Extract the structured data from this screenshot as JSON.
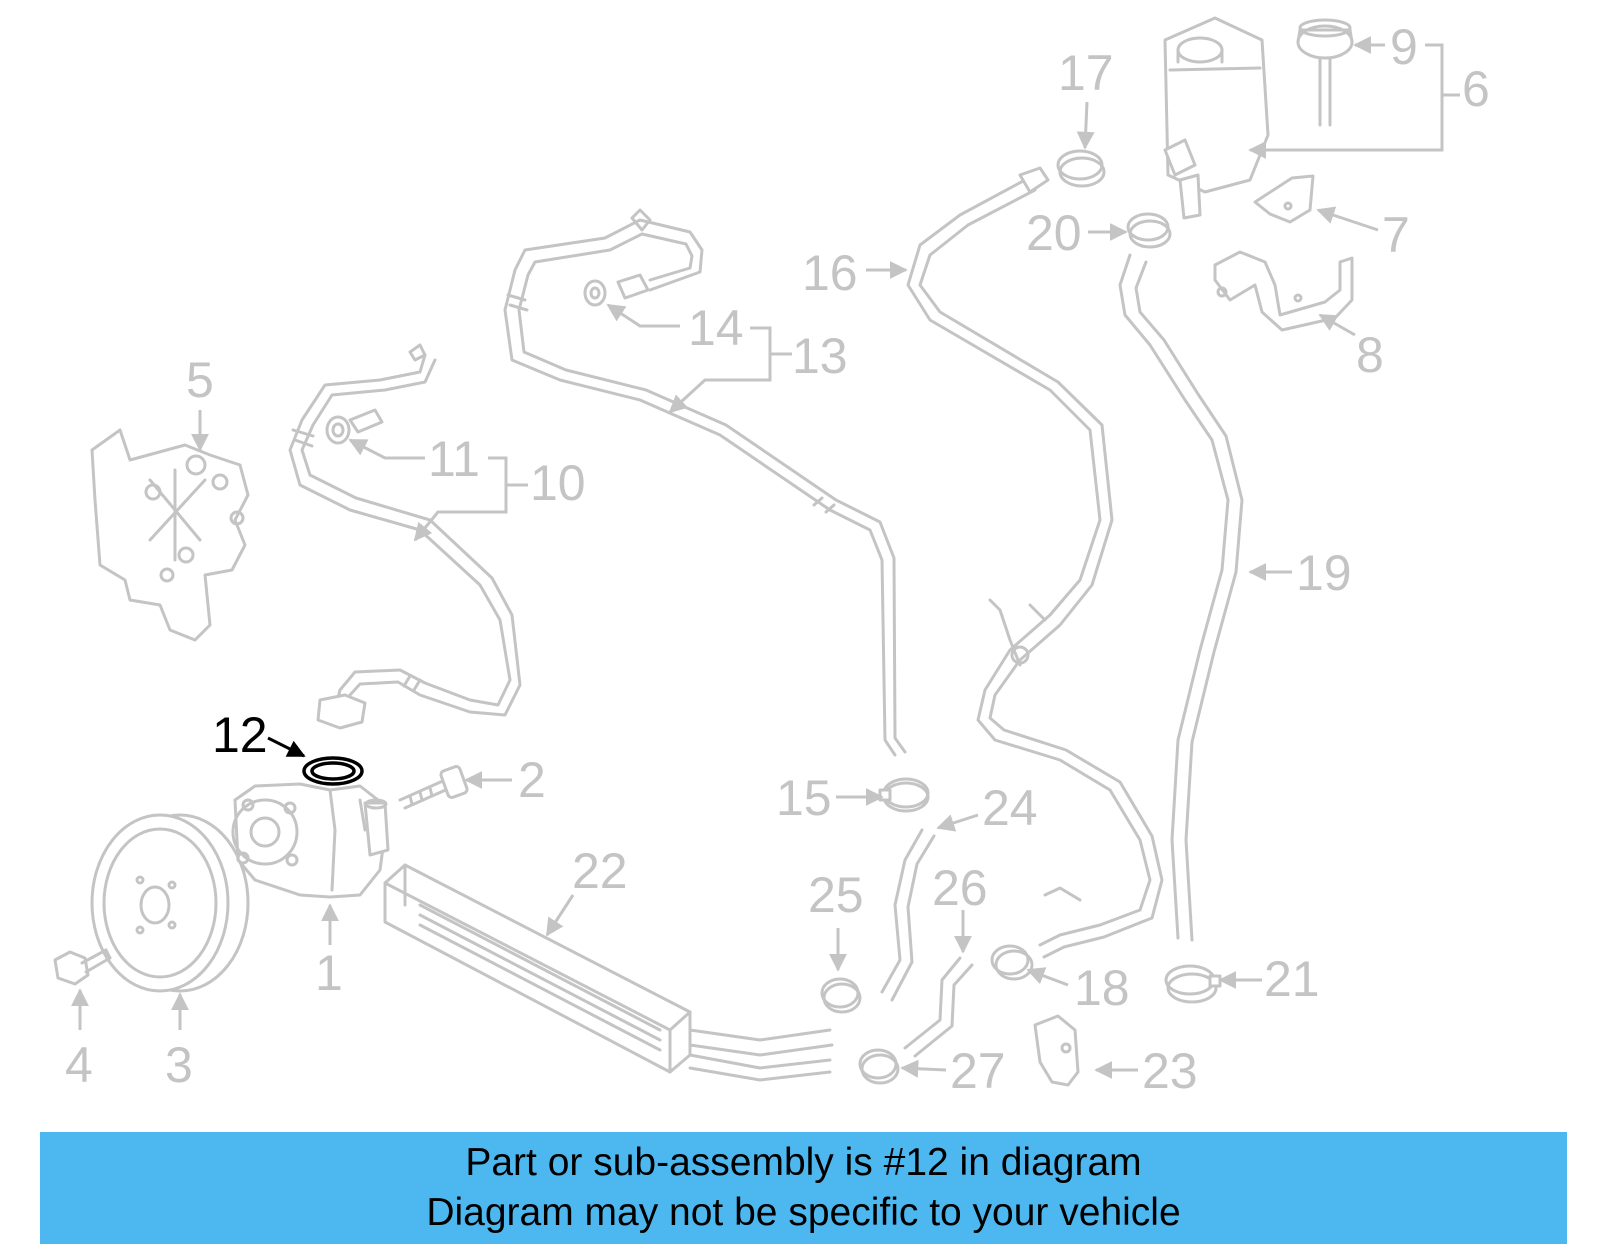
{
  "diagram": {
    "callouts": {
      "c1": "1",
      "c2": "2",
      "c3": "3",
      "c4": "4",
      "c5": "5",
      "c6": "6",
      "c7": "7",
      "c8": "8",
      "c9": "9",
      "c10": "10",
      "c11": "11",
      "c12": "12",
      "c13": "13",
      "c14": "14",
      "c15": "15",
      "c16": "16",
      "c17": "17",
      "c18": "18",
      "c19": "19",
      "c20": "20",
      "c21": "21",
      "c22": "22",
      "c23": "23",
      "c24": "24",
      "c25": "25",
      "c26": "26",
      "c27": "27"
    },
    "highlighted_part": "12"
  },
  "banner": {
    "line1": "Part or sub-assembly is #12 in diagram",
    "line2": "Diagram may not be specific to your vehicle",
    "color": "#4db8f0"
  },
  "colors": {
    "part_lines": "#c4c4c4",
    "highlight": "#000000",
    "background": "#ffffff"
  }
}
